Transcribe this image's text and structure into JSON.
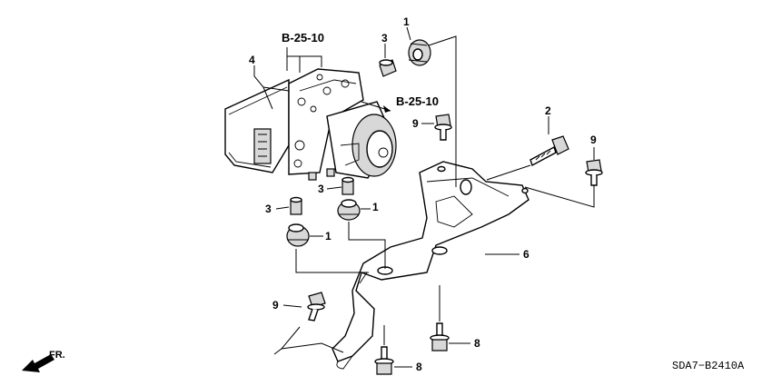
{
  "callouts": {
    "c1_top": "1",
    "c1_mid": "1",
    "c1_low": "1",
    "c2": "2",
    "c3_top": "3",
    "c3_mid": "3",
    "c3_low": "3",
    "c4": "4",
    "c6": "6",
    "c8_right": "8",
    "c8_low": "8",
    "c9_left_top": "9",
    "c9_right": "9",
    "c9_left_low": "9"
  },
  "refs": {
    "ref_top": "B-25-10",
    "ref_right": "B-25-10"
  },
  "direction_label": "FR.",
  "diagram_code": "SDA7−B2410A"
}
